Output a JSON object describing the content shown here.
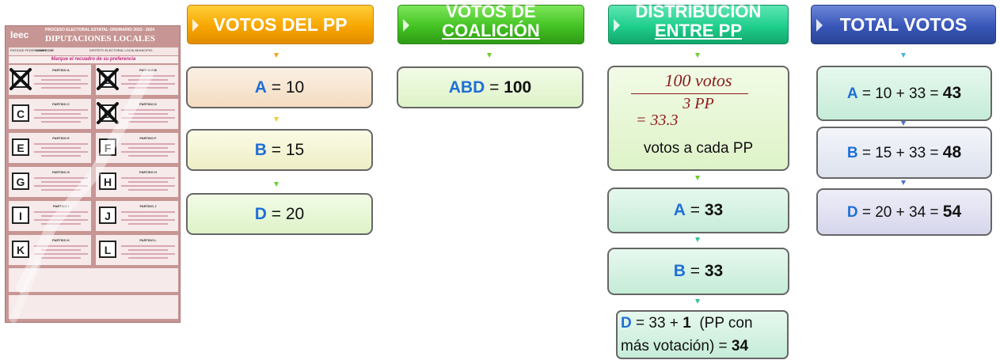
{
  "ballot": {
    "logo": "Ieec",
    "process": "PROCESO ELECTORAL ESTATAL ORDINARIO 2023 - 2024",
    "title": "DIPUTACIONES LOCALES",
    "entity_label": "ENTIDAD FEDERATIVA:",
    "entity_value": "CAMPECHE",
    "district_label": "DISTRITO ELECTORAL LOCAL:",
    "municipality_label": "MUNICIPIO:",
    "instruction": "Marque el recuadro de su preferencia",
    "cells": [
      {
        "letter": "A",
        "party": "PARTIDO A",
        "marked": true
      },
      {
        "letter": "B",
        "party": "PARTIDO B",
        "marked": true
      },
      {
        "letter": "C",
        "party": "PARTIDO C",
        "marked": false
      },
      {
        "letter": "D",
        "party": "PARTIDO D",
        "marked": true
      },
      {
        "letter": "E",
        "party": "PARTIDO E",
        "marked": false
      },
      {
        "letter": "F",
        "party": "PARTIDO F",
        "marked": false
      },
      {
        "letter": "G",
        "party": "PARTIDO G",
        "marked": false
      },
      {
        "letter": "H",
        "party": "PARTIDO H",
        "marked": false
      },
      {
        "letter": "I",
        "party": "PARTIDO I",
        "marked": false
      },
      {
        "letter": "J",
        "party": "PARTIDO J",
        "marked": false
      },
      {
        "letter": "K",
        "party": "PARTIDO K",
        "marked": false
      },
      {
        "letter": "L",
        "party": "PARTIDO L",
        "marked": false
      }
    ]
  },
  "columns": {
    "pp": {
      "header": "VOTOS DEL PP",
      "items": [
        {
          "key": "A",
          "mid": " = 10",
          "bold": ""
        },
        {
          "key": "B",
          "mid": " = 15",
          "bold": ""
        },
        {
          "key": "D",
          "mid": " = 20",
          "bold": ""
        }
      ]
    },
    "coalition": {
      "header_line1": "VOTOS DE",
      "header_line2": "COALICIÓN",
      "item": {
        "key": "ABD",
        "mid": " = ",
        "bold": "100"
      }
    },
    "distribution": {
      "header_line1": "DISTRIBUCIÓN",
      "header_line2": "ENTRE PP",
      "numerator": "100 votos",
      "denominator": "3 PP",
      "equals": "= 33.3",
      "caption": "votos a cada PP",
      "items": [
        {
          "key": "A",
          "mid": " = ",
          "bold": "33"
        },
        {
          "key": "B",
          "mid": " = ",
          "bold": "33"
        }
      ],
      "last": {
        "key": "D",
        "part1": " = 33 + ",
        "bold1": "1",
        "part2": "  (PP con",
        "part3": "más votación) = ",
        "bold2": "34"
      }
    },
    "total": {
      "header": "TOTAL VOTOS",
      "items": [
        {
          "key": "A",
          "mid": " = 10 + 33 = ",
          "bold": "43"
        },
        {
          "key": "B",
          "mid": " = 15 + 33 = ",
          "bold": "48"
        },
        {
          "key": "D",
          "mid": " = 20 + 34 = ",
          "bold": "54"
        }
      ]
    }
  }
}
